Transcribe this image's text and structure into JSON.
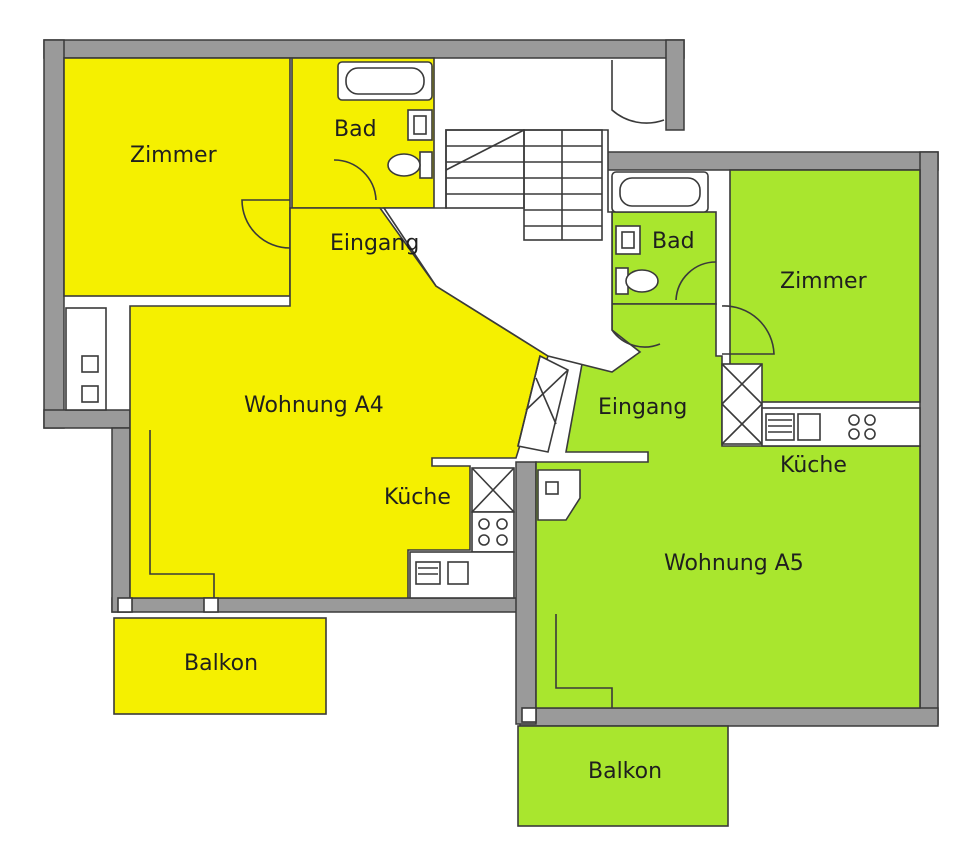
{
  "colors": {
    "apartment_a4": "#f5f000",
    "apartment_a5": "#a9e62e",
    "wall": "#9a9a9a",
    "line": "#3a3a3a",
    "background": "#ffffff"
  },
  "a4": {
    "zimmer": "Zimmer",
    "bad": "Bad",
    "eingang": "Eingang",
    "wohnung": "Wohnung A4",
    "kueche": "Küche",
    "balkon": "Balkon"
  },
  "a5": {
    "bad": "Bad",
    "zimmer": "Zimmer",
    "eingang": "Eingang",
    "kueche": "Küche",
    "wohnung": "Wohnung A5",
    "balkon": "Balkon"
  }
}
